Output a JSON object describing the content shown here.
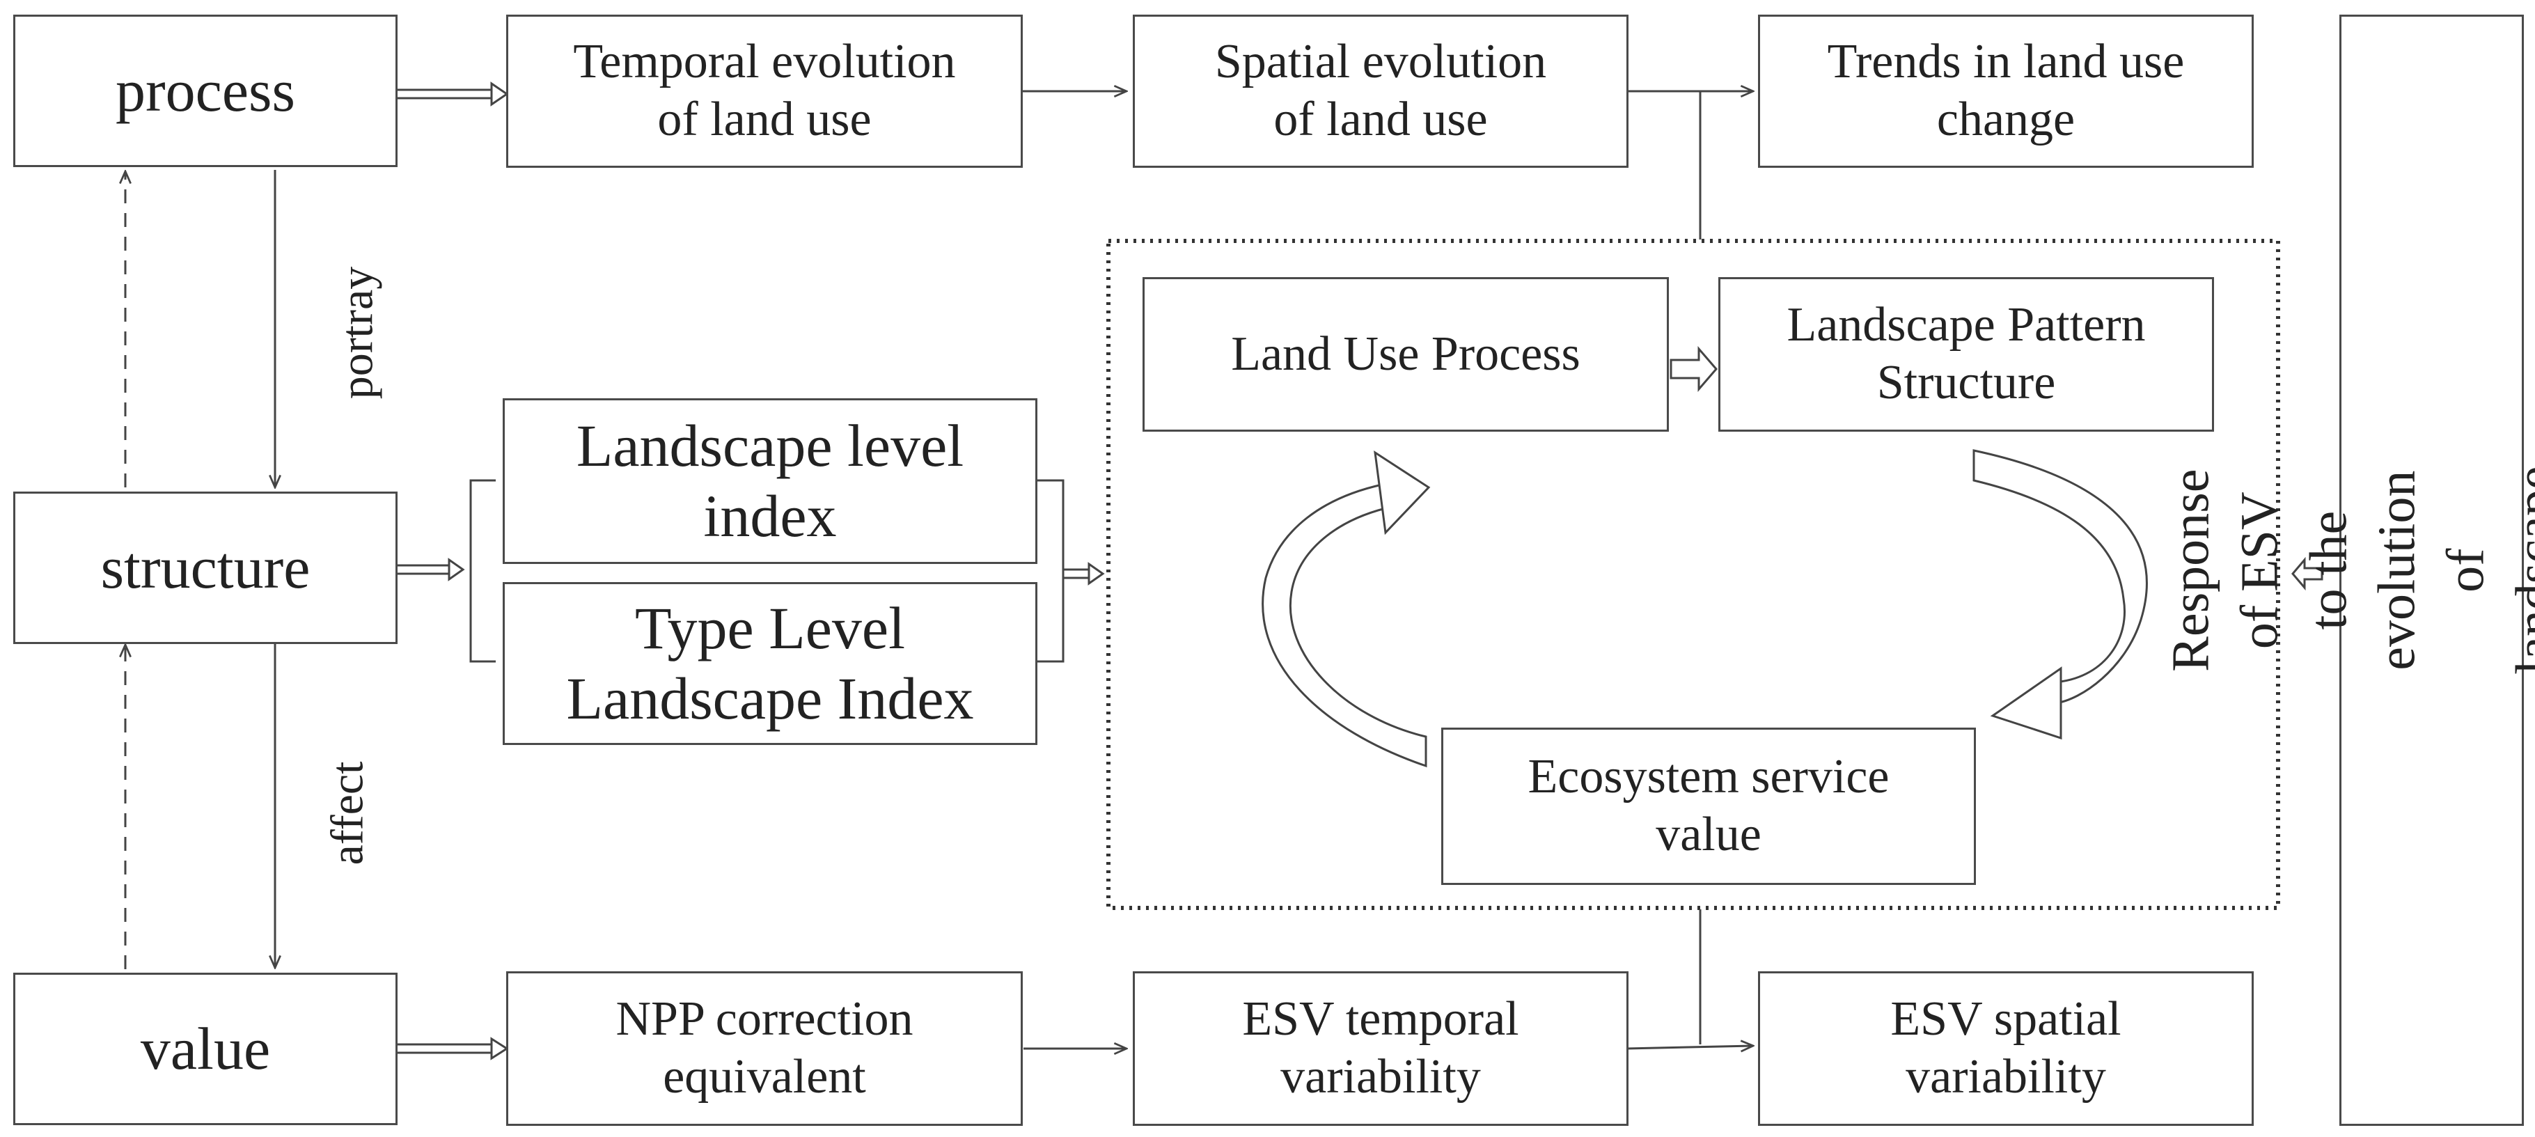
{
  "left_column": {
    "process": "process",
    "structure": "structure",
    "value": "value"
  },
  "edge_labels": {
    "portray": "portray",
    "affect": "affect"
  },
  "top_row": {
    "temporal": "Temporal evolution\nof land use",
    "spatial": "Spatial evolution\nof land use",
    "trends": "Trends in land use\nchange"
  },
  "middle_indices": {
    "landscape_level": "Landscape level\nindex",
    "type_level": "Type Level\nLandscape Index"
  },
  "cycle": {
    "land_use_process": "Land Use Process",
    "landscape_pattern": "Landscape Pattern\nStructure",
    "ecosystem_service": "Ecosystem service\nvalue"
  },
  "bottom_row": {
    "npp": "NPP correction\nequivalent",
    "esv_temporal": "ESV temporal\nvariability",
    "esv_spatial": "ESV spatial\nvariability"
  },
  "right_title": "Response of ESV to the evolution of\nlandscape land use patterns"
}
